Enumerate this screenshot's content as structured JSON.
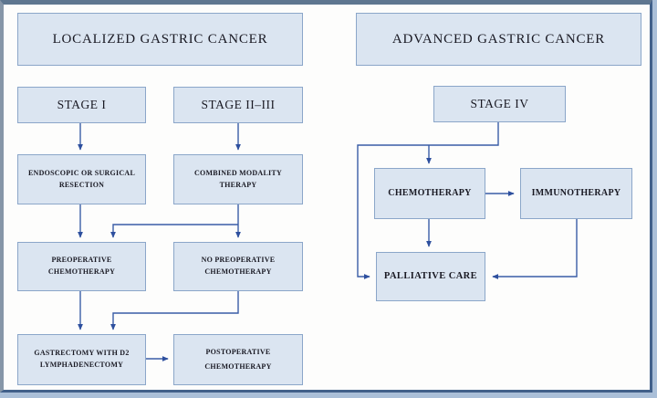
{
  "diagram": {
    "left_panel": {
      "title": "LOCALIZED GASTRIC CANCER"
    },
    "right_panel": {
      "title": "ADVANCED GASTRIC CANCER"
    },
    "nodes": {
      "stage_i": "STAGE I",
      "stage_ii_iii": "STAGE II–III",
      "stage_iv": "STAGE IV",
      "endoscopic_resection": "ENDOSCOPIC OR SURGICAL RESECTION",
      "combined_modality": "COMBINED MODALITY THERAPY",
      "preop_chemo": "PREOPERATIVE CHEMOTHERAPY",
      "no_preop_chemo": "NO PREOPERATIVE CHEMOTHERAPY",
      "gastrectomy_d2": "GASTRECTOMY WITH D2 LYMPHADENECTOMY",
      "postop_chemo": "POSTOPERATIVE CHEMOTHERAPY",
      "chemotherapy": "CHEMOTHERAPY",
      "immunotherapy": "IMMUNOTHERAPY",
      "palliative_care": "PALLIATIVE CARE"
    },
    "edges": [
      {
        "from": "stage_i",
        "to": "endoscopic_resection"
      },
      {
        "from": "stage_ii_iii",
        "to": "combined_modality"
      },
      {
        "from": "endoscopic_resection",
        "to": "preop_chemo"
      },
      {
        "from": "combined_modality",
        "to": "preop_chemo"
      },
      {
        "from": "combined_modality",
        "to": "no_preop_chemo"
      },
      {
        "from": "preop_chemo",
        "to": "gastrectomy_d2"
      },
      {
        "from": "no_preop_chemo",
        "to": "gastrectomy_d2"
      },
      {
        "from": "gastrectomy_d2",
        "to": "postop_chemo"
      },
      {
        "from": "stage_iv",
        "to": "chemotherapy"
      },
      {
        "from": "stage_iv",
        "to": "palliative_care"
      },
      {
        "from": "chemotherapy",
        "to": "immunotherapy"
      },
      {
        "from": "chemotherapy",
        "to": "palliative_care"
      },
      {
        "from": "immunotherapy",
        "to": "palliative_care"
      }
    ],
    "colors": {
      "box_fill": "#dbe5f1",
      "box_border": "#8ba6c9",
      "arrow": "#3a5da6",
      "frame_slate": "#5e7690",
      "frame_dark": "#41608a",
      "outer_band": "#aabfd8",
      "text": "#191923"
    }
  }
}
